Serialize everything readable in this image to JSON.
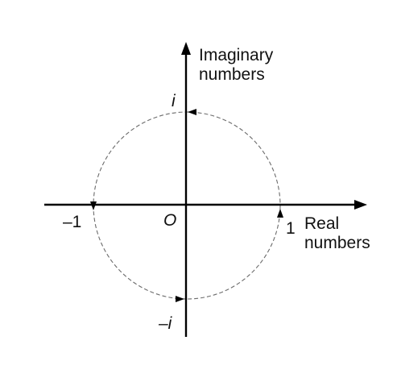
{
  "axes": {
    "imaginary_label_line1": "Imaginary",
    "imaginary_label_line2": "numbers",
    "real_label_line1": "Real",
    "real_label_line2": "numbers"
  },
  "points": {
    "origin": "O",
    "pos_i": "i",
    "neg_i": "–i",
    "pos_one": "1",
    "neg_one": "–1"
  },
  "colors": {
    "axis": "#000000",
    "circle": "#6b6b6b",
    "text": "#111111"
  }
}
